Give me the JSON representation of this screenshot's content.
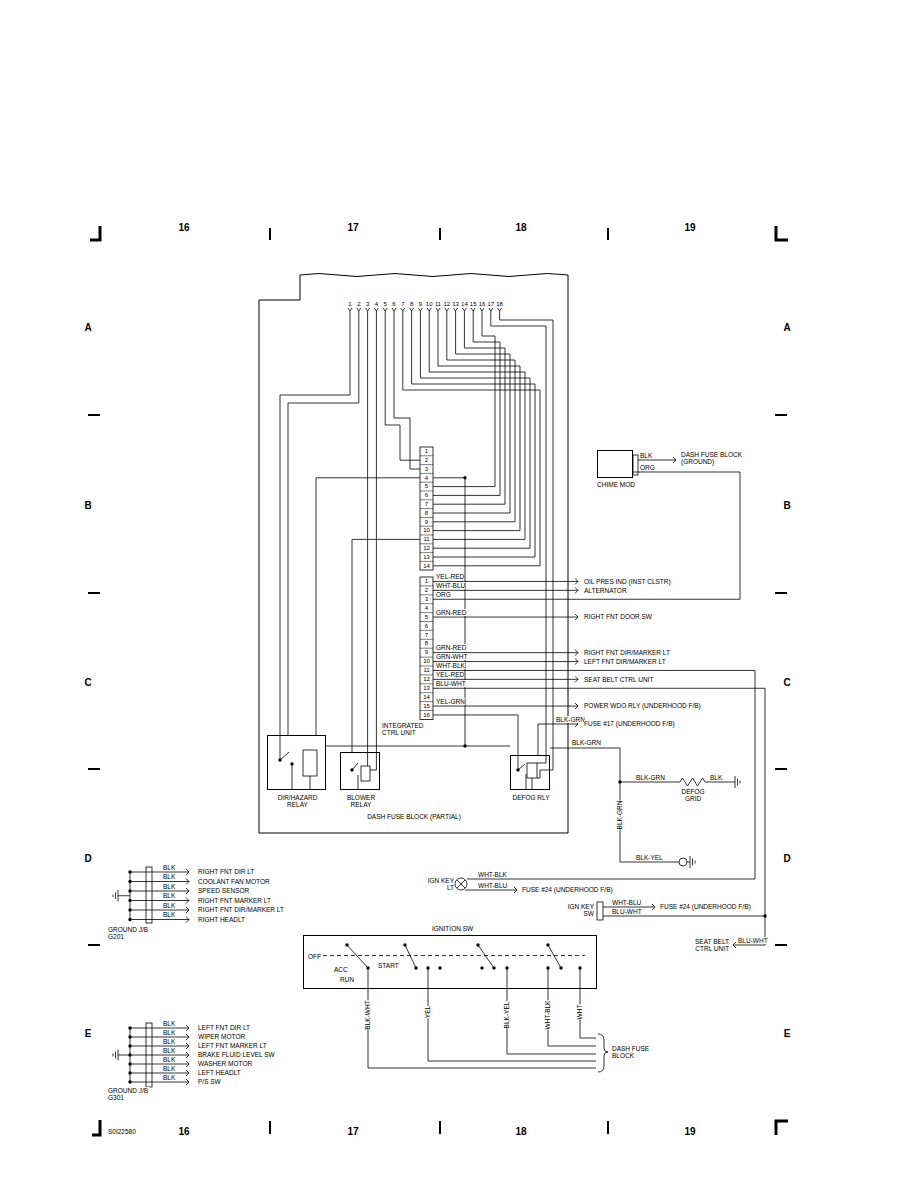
{
  "diagram": {
    "nodes": [
      {
        "text": [
          "DASH FUSE BLOCK (PARTIAL)"
        ]
      },
      {
        "text": [
          "INTEGRATED CTRL UNIT"
        ],
        "in": 0
      },
      {
        "text": [
          "CHIME MOD"
        ]
      },
      {
        "text": [
          "DIR/HAZARD RELAY"
        ],
        "in": 0
      },
      {
        "text": [
          "BLOWER RELAY"
        ],
        "in": 0
      },
      {
        "text": [
          "DEFOG RLY"
        ],
        "in": 0
      },
      {
        "text": [
          "IGNITION SW",
          "OFF",
          "ACC",
          "RUN",
          "START"
        ]
      }
    ],
    "edges": [
      {
        "from": 2,
        "to": 1,
        "arrow": "none"
      },
      {
        "from": 3,
        "to": 1,
        "arrow": "none"
      },
      {
        "from": 4,
        "to": 1,
        "arrow": "none"
      },
      {
        "from": 5,
        "to": 1,
        "arrow": "none"
      }
    ],
    "labels": [
      "16",
      "17",
      "18",
      "19",
      "A",
      "B",
      "C",
      "D",
      "E",
      "A",
      "B",
      "C",
      "D",
      "E",
      "16",
      "17",
      "18",
      "19",
      "S0I22580",
      "1",
      "2",
      "3",
      "4",
      "5",
      "6",
      "7",
      "8",
      "9",
      "10",
      "11",
      "12",
      "13",
      "14",
      "15",
      "16",
      "17",
      "18",
      "1",
      "2",
      "3",
      "4",
      "5",
      "6",
      "7",
      "8",
      "9",
      "10",
      "11",
      "12",
      "13",
      "14",
      "1",
      "2",
      "3",
      "4",
      "5",
      "6",
      "7",
      "8",
      "9",
      "10",
      "11",
      "12",
      "13",
      "14",
      "15",
      "16",
      "YEL-RED",
      "WHT-BLU",
      "ORG",
      "GRN-RED",
      "GRN-RED",
      "GRN-WHT",
      "WHT-BLK",
      "YEL-RED",
      "BLU-WHT",
      "YEL-GRN",
      "OIL PRES IND (INST CLSTR)",
      "ALTERNATOR",
      "RIGHT FNT DOOR SW",
      "RIGHT FNT DIR/MARKER LT",
      "LEFT FNT DIR/MARKER LT",
      "SEAT BELT CTRL UNIT",
      "POWER WDO RLY (UNDERHOOD F/B)",
      "BLK-GRN",
      "FUSE #17 (UNDERHOOD F/B)",
      "BLK",
      "ORG",
      "DASH FUSE BLOCK (GROUND)",
      "BLK-GRN",
      "BLK-GRN",
      "BLK",
      "DEFOG GRID",
      "BLK-GRN",
      "BLK-YEL",
      "BLK",
      "BLK",
      "BLK",
      "BLK",
      "BLK",
      "BLK",
      "RIGHT FNT DIR LT",
      "COOLANT FAN MOTOR",
      "SPEED SENSOR",
      "RIGHT FNT MARKER LT",
      "RIGHT FNT DIR/MARKER LT",
      "RIGHT HEADLT",
      "GROUND J/B G201",
      "BLK",
      "BLK",
      "BLK",
      "BLK",
      "BLK",
      "BLK",
      "BLK",
      "LEFT FNT DIR LT",
      "WIPER MOTOR",
      "LEFT FNT MARKER LT",
      "BRAKE FLUID LEVEL SW",
      "WASHER MOTOR",
      "LEFT HEADLT",
      "P/S SW",
      "GROUND J/B G301",
      "IGN KEY LT",
      "WHT-BLK",
      "WHT-BLU",
      "FUSE #24 (UNDERHOOD F/B)",
      "IGN KEY SW",
      "WHT-BLU",
      "BLU-WHT",
      "FUSE #24 (UNDERHOOD F/B)",
      "SEAT BELT CTRL UNIT",
      "BLU-WHT",
      "BLK-WHT",
      "YEL",
      "BLK-YEL",
      "WHT-BLK",
      "WHT",
      "DASH FUSE BLOCK"
    ]
  }
}
